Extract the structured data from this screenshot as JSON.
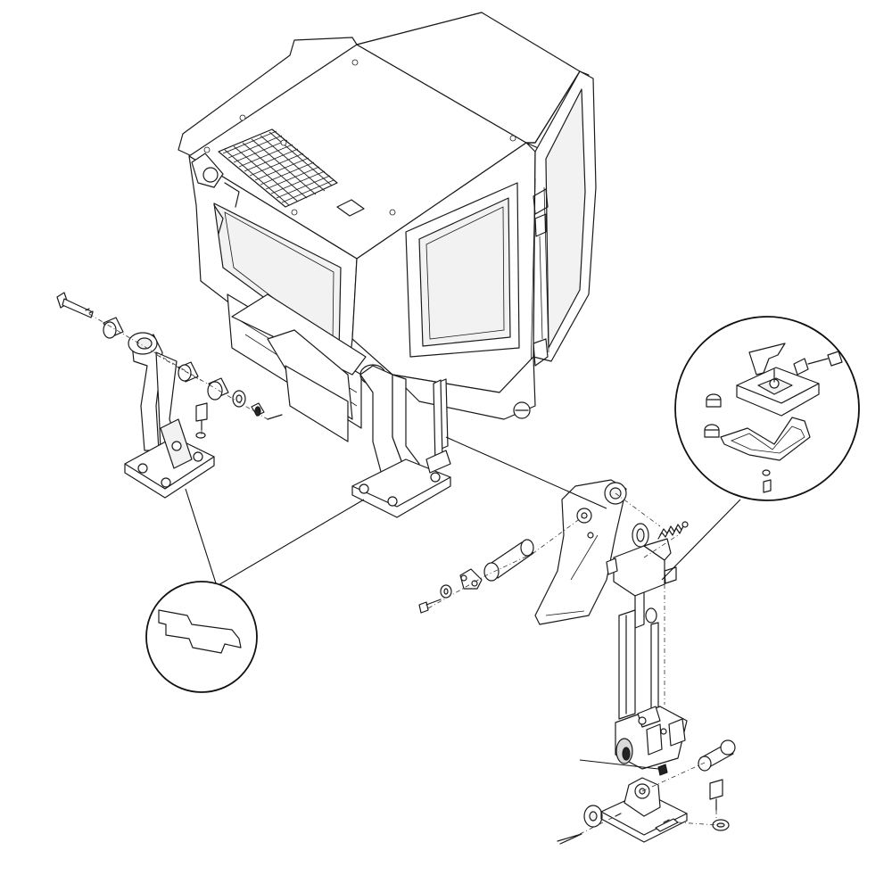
{
  "colors": {
    "line": "#1a1a1a",
    "paper": "#ffffff",
    "shade": "#f2f2f2",
    "dark_shade": "#d9d9d9"
  },
  "parts": [
    {
      "name": "cab-body"
    },
    {
      "name": "left-support-bracket"
    },
    {
      "name": "right-support-bracket"
    },
    {
      "name": "pivot-bolt"
    },
    {
      "name": "spacer-bushing"
    },
    {
      "name": "hinge-pin"
    },
    {
      "name": "washer"
    },
    {
      "name": "nut"
    },
    {
      "name": "cotter-pin"
    },
    {
      "name": "tilt-arm"
    },
    {
      "name": "lock-plate"
    },
    {
      "name": "tilt-cylinder"
    },
    {
      "name": "tension-spring"
    },
    {
      "name": "cylinder-base-mount"
    },
    {
      "name": "valve-detail"
    },
    {
      "name": "shim-detail"
    }
  ]
}
